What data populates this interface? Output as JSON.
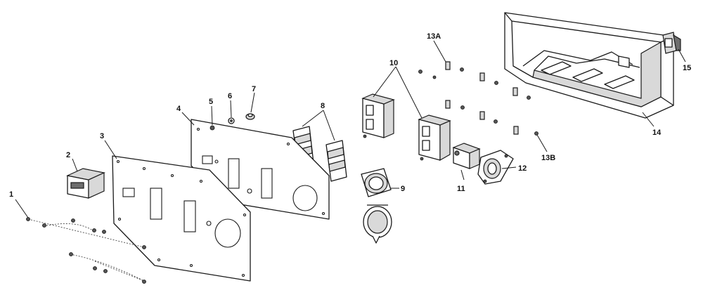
{
  "diagram": {
    "callouts": {
      "c1": "1",
      "c2": "2",
      "c3": "3",
      "c4": "4",
      "c5": "5",
      "c6": "6",
      "c7": "7",
      "c8": "8",
      "c9": "9",
      "c10": "10",
      "c11": "11",
      "c12": "12",
      "c13a": "13A",
      "c13b": "13B",
      "c14": "14",
      "c15": "15"
    },
    "parts": [
      "screws",
      "hour-meter",
      "front-panel",
      "rear-panel",
      "nut",
      "washer",
      "grommet",
      "switch-covers",
      "outlet-cover",
      "duplex-receptacles",
      "circuit-breaker",
      "twist-lock-receptacle",
      "clip-nuts",
      "control-box-housing",
      "switch-15"
    ]
  }
}
